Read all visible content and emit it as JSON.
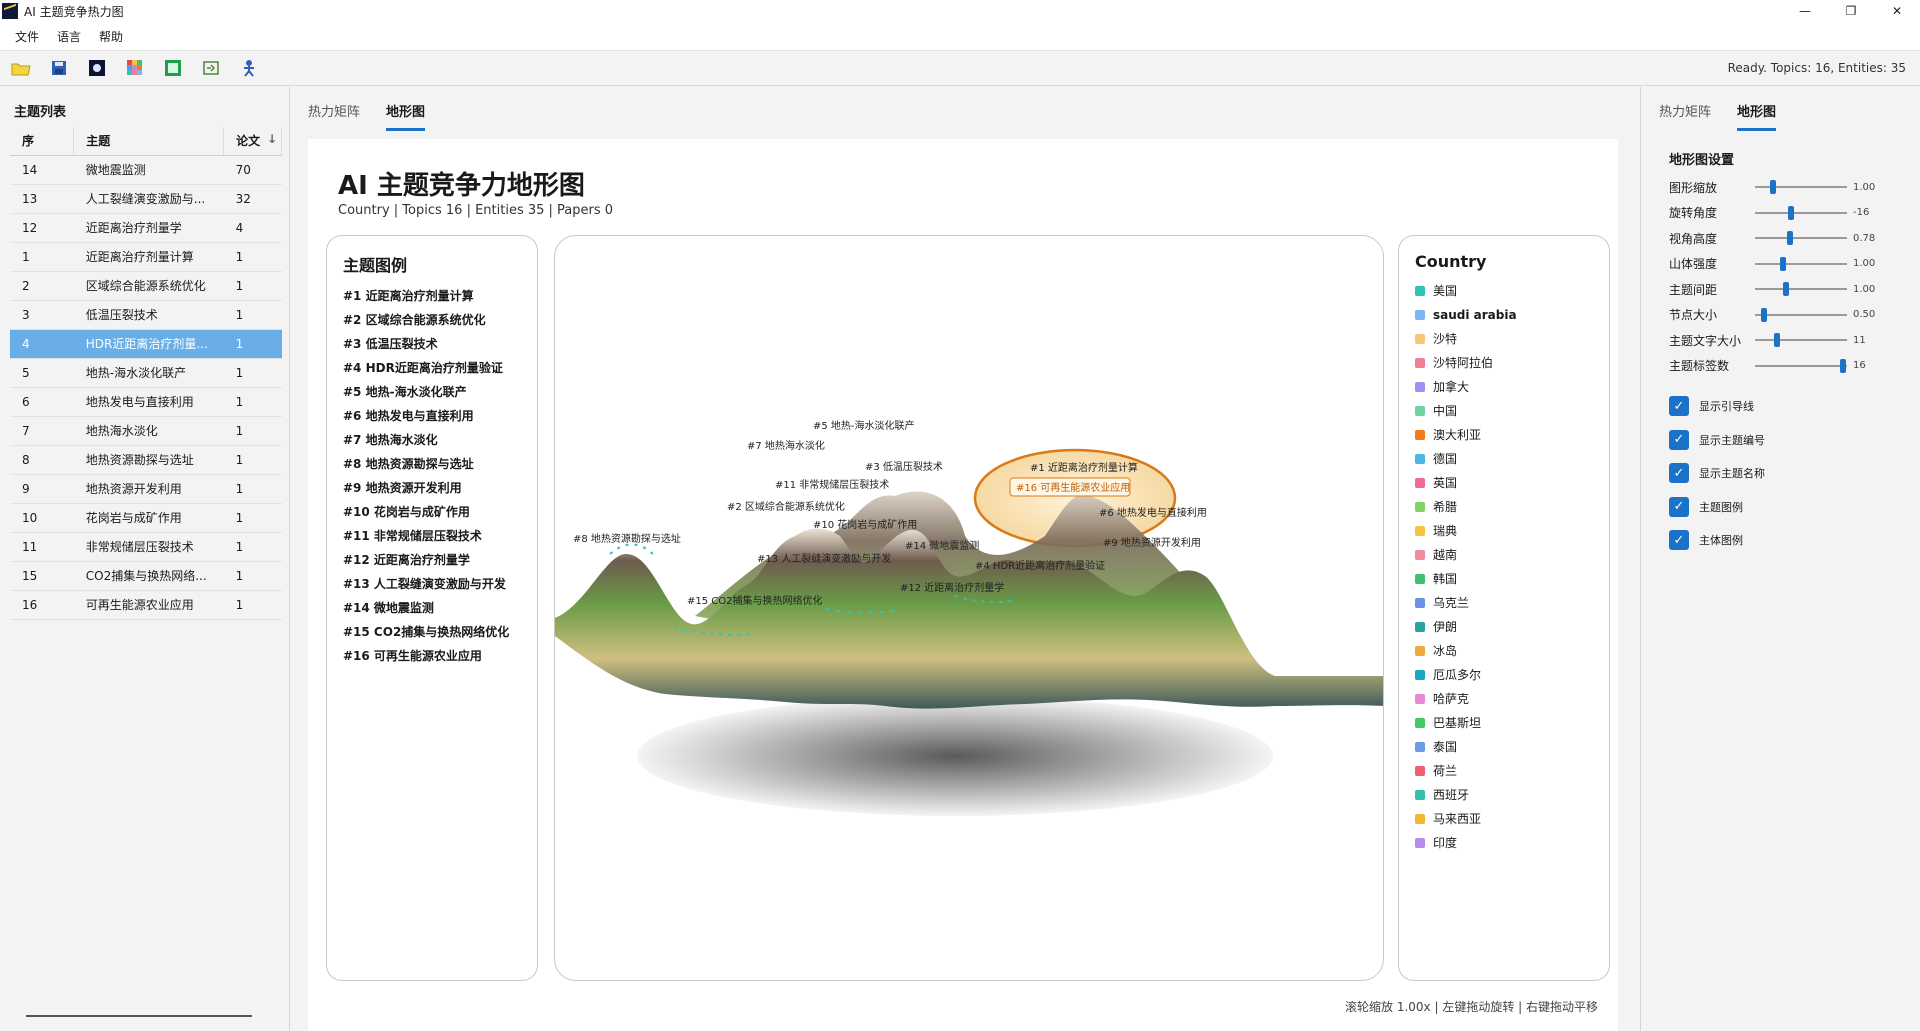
{
  "window": {
    "title": "AI 主题竞争热力图",
    "minimize": "—",
    "maximize": "❐",
    "close": "✕"
  },
  "menu": [
    "文件",
    "语言",
    "帮助"
  ],
  "toolbar": {
    "icons": [
      "open-folder-icon",
      "save-icon",
      "dark-theme-icon",
      "palette-icon",
      "frame-icon",
      "export-icon",
      "person-icon"
    ],
    "status": "Ready. Topics: 16, Entities: 35"
  },
  "topic_list": {
    "title": "主题列表",
    "headers": [
      "序",
      "主题",
      "论文"
    ],
    "sort_indicator": "↓",
    "rows": [
      {
        "id": "14",
        "topic": "微地震监测",
        "papers": "70"
      },
      {
        "id": "13",
        "topic": "人工裂缝演变激励与...",
        "papers": "32"
      },
      {
        "id": "12",
        "topic": "近距离治疗剂量学",
        "papers": "4"
      },
      {
        "id": "1",
        "topic": "近距离治疗剂量计算",
        "papers": "1"
      },
      {
        "id": "2",
        "topic": "区域综合能源系统优化",
        "papers": "1"
      },
      {
        "id": "3",
        "topic": "低温压裂技术",
        "papers": "1"
      },
      {
        "id": "4",
        "topic": "HDR近距离治疗剂量...",
        "papers": "1"
      },
      {
        "id": "5",
        "topic": "地热-海水淡化联产",
        "papers": "1"
      },
      {
        "id": "6",
        "topic": "地热发电与直接利用",
        "papers": "1"
      },
      {
        "id": "7",
        "topic": "地热海水淡化",
        "papers": "1"
      },
      {
        "id": "8",
        "topic": "地热资源勘探与选址",
        "papers": "1"
      },
      {
        "id": "9",
        "topic": "地热资源开发利用",
        "papers": "1"
      },
      {
        "id": "10",
        "topic": "花岗岩与成矿作用",
        "papers": "1"
      },
      {
        "id": "11",
        "topic": "非常规储层压裂技术",
        "papers": "1"
      },
      {
        "id": "15",
        "topic": "CO2捕集与换热网络...",
        "papers": "1"
      },
      {
        "id": "16",
        "topic": "可再生能源农业应用",
        "papers": "1"
      }
    ],
    "selected_index": 6
  },
  "center_tabs": [
    "热力矩阵",
    "地形图"
  ],
  "map": {
    "title": "AI 主题竞争力地形图",
    "subtitle": "Country | Topics 16 | Entities 35 | Papers 0",
    "footer": "滚轮缩放 1.00x | 左键拖动旋转 | 右键拖动平移",
    "legend_title": "主题图例",
    "legend": [
      "#1 近距离治疗剂量计算",
      "#2 区域综合能源系统优化",
      "#3 低温压裂技术",
      "#4 HDR近距离治疗剂量验证",
      "#5 地热-海水淡化联产",
      "#6 地热发电与直接利用",
      "#7 地热海水淡化",
      "#8 地热资源勘探与选址",
      "#9 地热资源开发利用",
      "#10 花岗岩与成矿作用",
      "#11 非常规储层压裂技术",
      "#12 近距离治疗剂量学",
      "#13 人工裂缝演变激励与开发",
      "#14 微地震监测",
      "#15 CO2捕集与换热网络优化",
      "#16 可再生能源农业应用"
    ],
    "peak_labels": [
      "#1 近距离治疗剂量计算",
      "#2 区域综合能源系统优化",
      "#3 低温压裂技术",
      "#4 HDR近距离治疗剂量验证",
      "#5 地热-海水淡化联产",
      "#6 地热发电与直接利用",
      "#7 地热海水淡化",
      "#8 地热资源勘探与选址",
      "#9 地热资源开发利用",
      "#10 花岗岩与成矿作用",
      "#11 非常规储层压裂技术",
      "#12 近距离治疗剂量学",
      "#13 人工裂缝演变激励与开发",
      "#14 微地震监测",
      "#15 CO2捕集与换热网络优化"
    ],
    "highlight_label": "#16 可再生能源农业应用",
    "country_title": "Country",
    "countries": [
      {
        "name": "美国",
        "color": "#2ec4b6",
        "bold": false
      },
      {
        "name": "saudi arabia",
        "color": "#7ab6f2",
        "bold": true
      },
      {
        "name": "沙特",
        "color": "#f7c873",
        "bold": false
      },
      {
        "name": "沙特阿拉伯",
        "color": "#ef7f94",
        "bold": false
      },
      {
        "name": "加拿大",
        "color": "#a58cf0",
        "bold": false
      },
      {
        "name": "中国",
        "color": "#6fd3a1",
        "bold": false
      },
      {
        "name": "澳大利亚",
        "color": "#f07b1c",
        "bold": false
      },
      {
        "name": "德国",
        "color": "#49b6e6",
        "bold": false
      },
      {
        "name": "英国",
        "color": "#f06b8f",
        "bold": false
      },
      {
        "name": "希腊",
        "color": "#7fd36b",
        "bold": false
      },
      {
        "name": "瑞典",
        "color": "#f5c542",
        "bold": false
      },
      {
        "name": "越南",
        "color": "#f08a9c",
        "bold": false
      },
      {
        "name": "韩国",
        "color": "#3fbf6f",
        "bold": false
      },
      {
        "name": "乌克兰",
        "color": "#6c8fe8",
        "bold": false
      },
      {
        "name": "伊朗",
        "color": "#2aa3a0",
        "bold": false
      },
      {
        "name": "冰岛",
        "color": "#f0a93c",
        "bold": false
      },
      {
        "name": "厄瓜多尔",
        "color": "#1aa7c4",
        "bold": false
      },
      {
        "name": "哈萨克",
        "color": "#e58bd6",
        "bold": false
      },
      {
        "name": "巴基斯坦",
        "color": "#44c767",
        "bold": false
      },
      {
        "name": "泰国",
        "color": "#6b9ae8",
        "bold": false
      },
      {
        "name": "荷兰",
        "color": "#ef5f6f",
        "bold": false
      },
      {
        "name": "西班牙",
        "color": "#34c0a8",
        "bold": false
      },
      {
        "name": "马来西亚",
        "color": "#f2b632",
        "bold": false
      },
      {
        "name": "印度",
        "color": "#b98ae8",
        "bold": false
      }
    ]
  },
  "right_tabs": [
    "热力矩阵",
    "地形图"
  ],
  "settings": {
    "title": "地形图设置",
    "sliders": [
      {
        "label": "图形缩放",
        "value": "1.00",
        "level": 0.18
      },
      {
        "label": "旋转角度",
        "value": "-16",
        "level": 0.38
      },
      {
        "label": "视角高度",
        "value": "0.78",
        "level": 0.37
      },
      {
        "label": "山体强度",
        "value": "1.00",
        "level": 0.29
      },
      {
        "label": "主题间距",
        "value": "1.00",
        "level": 0.33
      },
      {
        "label": "节点大小",
        "value": "0.50",
        "level": 0.07
      },
      {
        "label": "主题文字大小",
        "value": "11",
        "level": 0.22
      },
      {
        "label": "主题标签数",
        "value": "16",
        "level": 0.99
      }
    ],
    "checks": [
      "显示引导线",
      "显示主题编号",
      "显示主题名称",
      "主题图例",
      "主体图例"
    ]
  }
}
